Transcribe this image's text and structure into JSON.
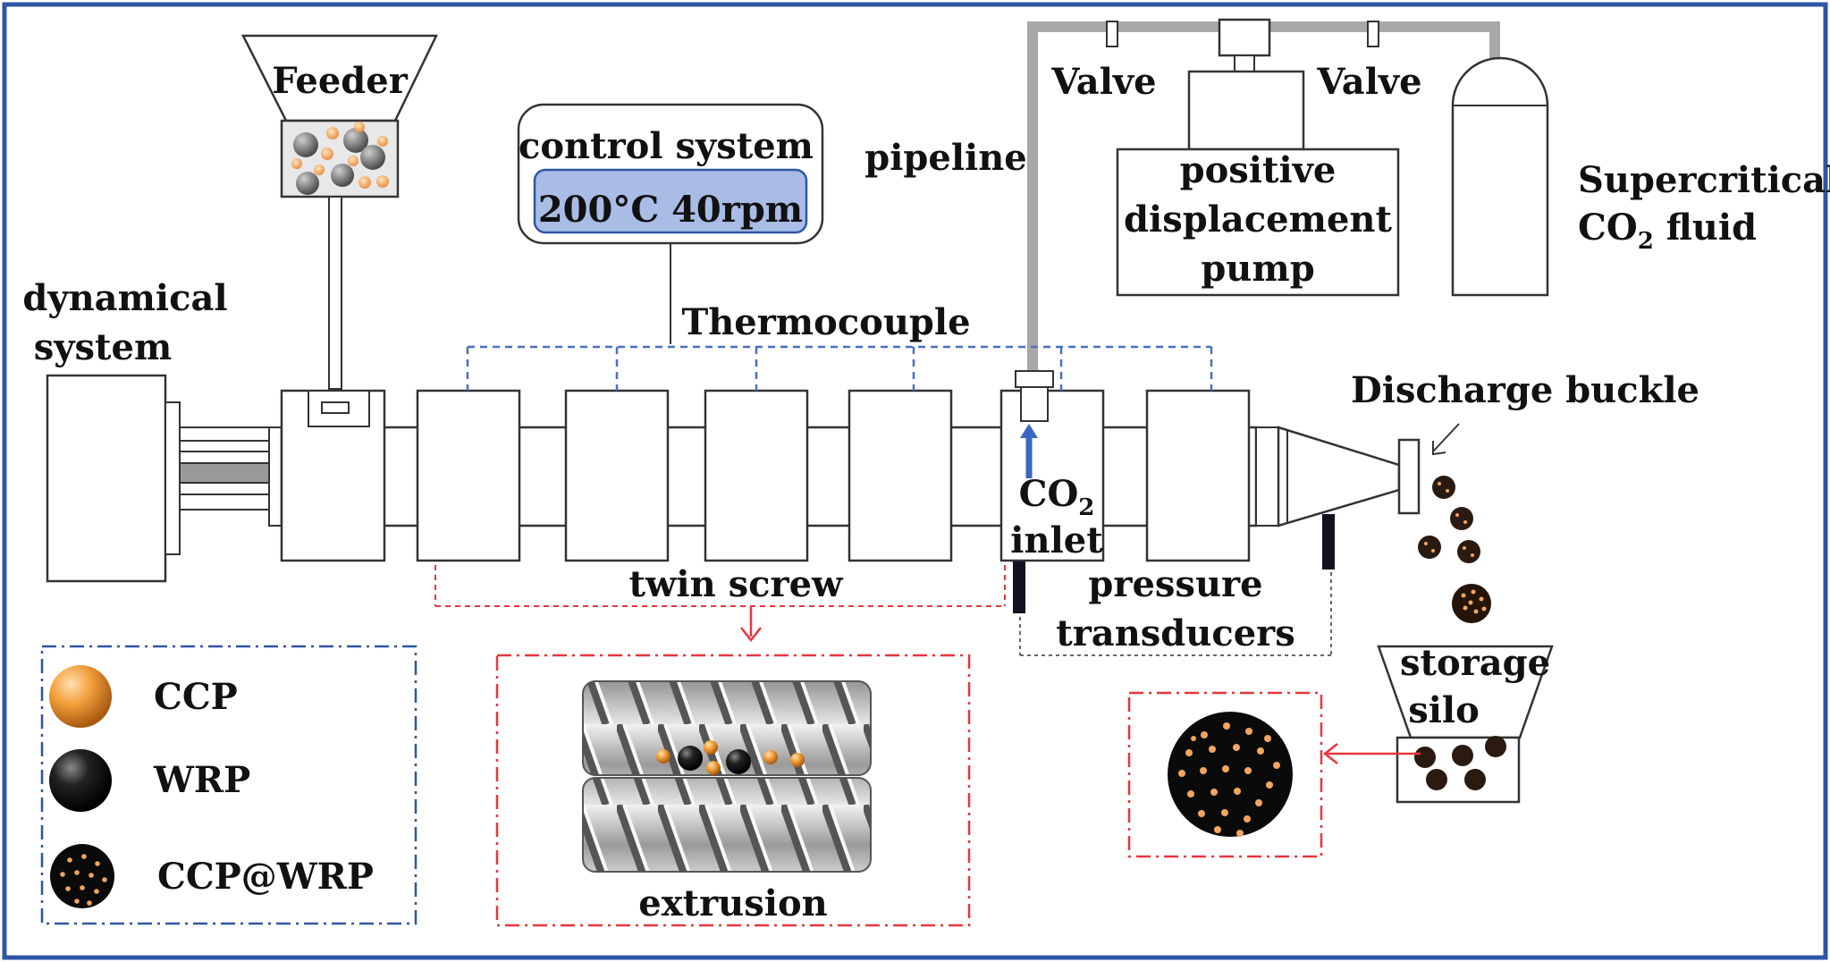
{
  "labels": {
    "feeder": "Feeder",
    "control_system": "control system",
    "control_values": "200°C  40rpm",
    "pipeline": "pipeline",
    "valve_left": "Valve",
    "valve_right": "Valve",
    "pump_line1": "positive",
    "pump_line2": "displacement",
    "pump_line3": "pump",
    "sc_line1": "Supercritical",
    "sc_line2_main": "CO",
    "sc_line2_sub": "2",
    "sc_line2_rest": " fluid",
    "dynamical_line1": "dynamical",
    "dynamical_line2": "system",
    "thermocouple": "Thermocouple",
    "discharge_buckle": "Discharge buckle",
    "co2_main": "CO",
    "co2_sub": "2",
    "inlet": "inlet",
    "twin_screw": "twin screw",
    "pressure_line1": "pressure",
    "pressure_line2": "transducers",
    "storage_line1": "storage",
    "storage_line2": "silo",
    "extrusion": "extrusion"
  },
  "legend": [
    {
      "label": "CCP",
      "icon": "orange-ball-icon"
    },
    {
      "label": "WRP",
      "icon": "black-ball-icon"
    },
    {
      "label": "CCP@WRP",
      "icon": "dotted-ball-icon"
    }
  ],
  "colors": {
    "frame": "#2f55a4",
    "control_fill": "#a9bce6",
    "thermocouple_line": "#4a6fc0",
    "red_dash": "#e8353c",
    "orange": "#f29a3a",
    "pipeline_gray": "#a8a8a8",
    "arrow_blue": "#3b66c4"
  }
}
